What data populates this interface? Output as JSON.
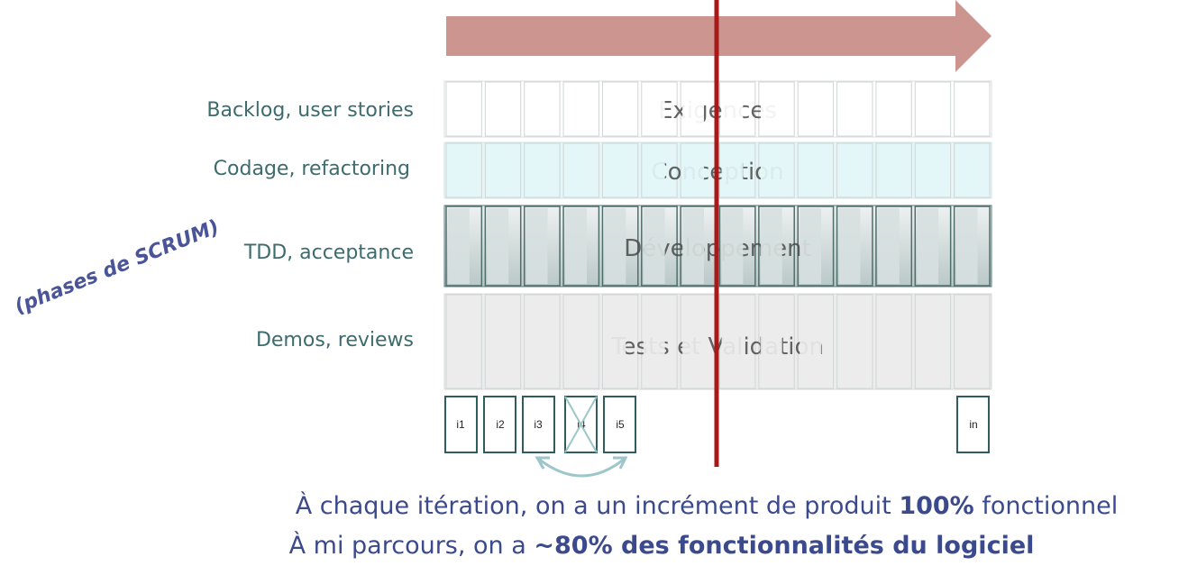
{
  "row_labels": [
    "Backlog, user stories",
    "Codage, refactoring",
    "TDD, acceptance",
    "Demos, reviews"
  ],
  "background_words": [
    "Exigences",
    "Conception",
    "Développement",
    "Tests et Validation"
  ],
  "iterations": [
    "i1",
    "i2",
    "i3",
    "i4",
    "i5",
    "in"
  ],
  "side_note": "(phases de SCRUM)",
  "caption1": {
    "before": "À chaque itération, on a un incrément de produit ",
    "bold": "100%",
    "after": " fonctionnel"
  },
  "caption2": {
    "before": "À mi parcours, on a ",
    "bold": "~80% des fonctionnalités du logiciel"
  },
  "colors": {
    "arrow": "#cc9590",
    "midline": "#a8191a",
    "row_text": "#3d6b6e",
    "caption_text": "#3b4a8c",
    "iteration_border": "#2e5e5c",
    "swap_arrow": "#9cc6c8"
  }
}
